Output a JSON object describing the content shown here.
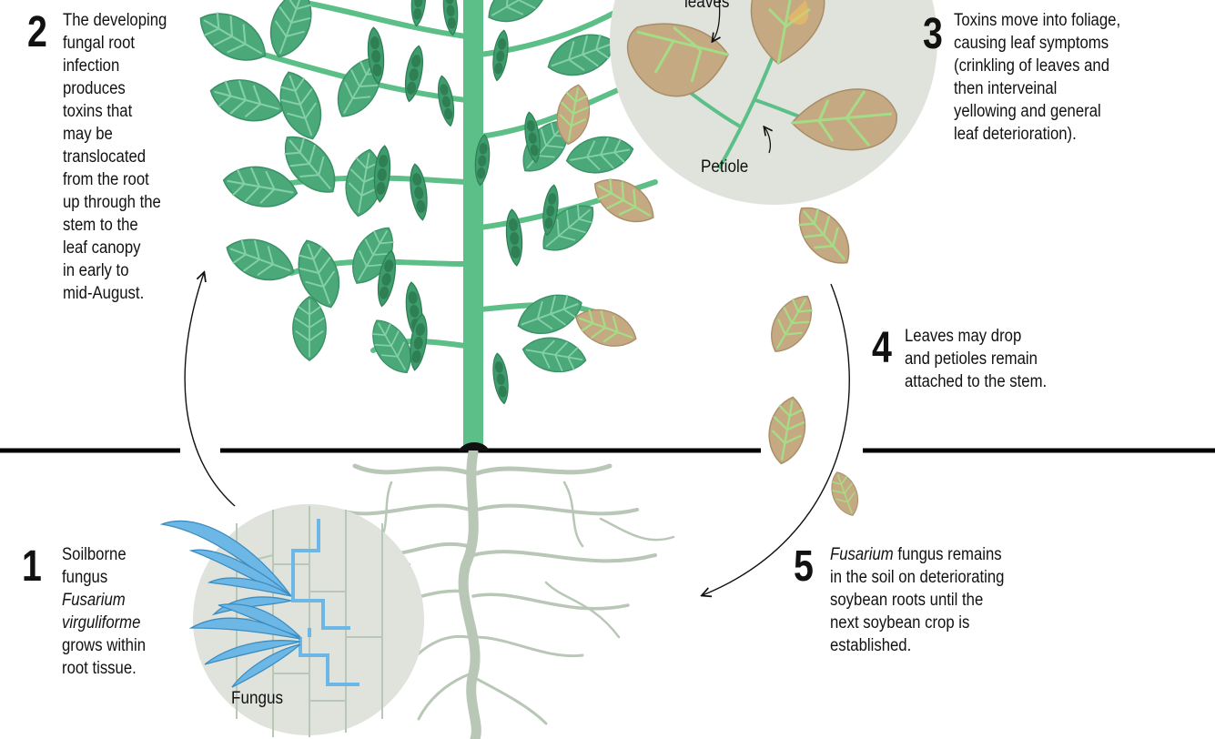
{
  "steps": [
    {
      "number": "1",
      "lines": [
        "Soilborne",
        "fungus",
        "Fusarium",
        "virguliforme",
        "grows within",
        "root tissue."
      ]
    },
    {
      "number": "2",
      "lines": [
        "The developing",
        "fungal root",
        "infection",
        "produces",
        "toxins that",
        "may be",
        "translocated",
        "from the root",
        "up through the",
        "stem to the",
        "leaf canopy",
        "in early to",
        "mid-August."
      ]
    },
    {
      "number": "3",
      "lines": [
        "Toxins move into foliage,",
        "causing leaf symptoms",
        "(crinkling of leaves and",
        "then interveinal",
        "yellowing and general",
        "leaf deterioration)."
      ]
    },
    {
      "number": "4",
      "lines": [
        "Leaves may drop",
        "and petioles remain",
        "attached to the stem."
      ]
    },
    {
      "number": "5",
      "lines_first_italic": "Fusarium",
      "lines_first_rest": " fungus remains",
      "lines": [
        "in the soil on deteriorating",
        "soybean roots until the",
        "next soybean crop is",
        "established."
      ]
    }
  ],
  "labels": {
    "leaves": "leaves",
    "petiole": "Petiole",
    "fungus": "Fungus"
  },
  "colors": {
    "leaf_green": "#4aa879",
    "leaf_vein": "#7ccaa3",
    "stem_green": "#5cbf88",
    "diseased_leaf": "#c4a982",
    "diseased_vein": "#a8dd8a",
    "root": "#b9c7b7",
    "fungus_blue": "#6cb7e6",
    "inset_bg": "#dfe3dc",
    "soil_line": "#000000"
  }
}
